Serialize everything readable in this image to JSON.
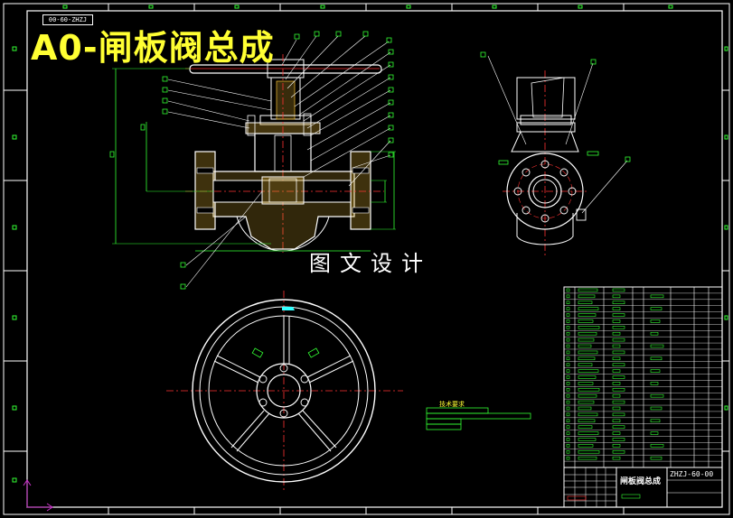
{
  "drawing": {
    "title": "A0-闸板阀总成",
    "watermark": "图文设计",
    "drawing_code_top": "00-60-ZHZJ",
    "title_block": {
      "name": "闸板阀总成",
      "code": "ZHZJ-60-00"
    },
    "tech_requirements_label": "技术要求",
    "colors": {
      "background": "#000000",
      "outline": "#ffffff",
      "centerline": "#ff3333",
      "dimension": "#33ff33",
      "leader": "#ffffff",
      "hatch": "#e0b030",
      "title": "#ffff33",
      "cyan": "#33ffff",
      "axis": "#cc33cc"
    }
  }
}
